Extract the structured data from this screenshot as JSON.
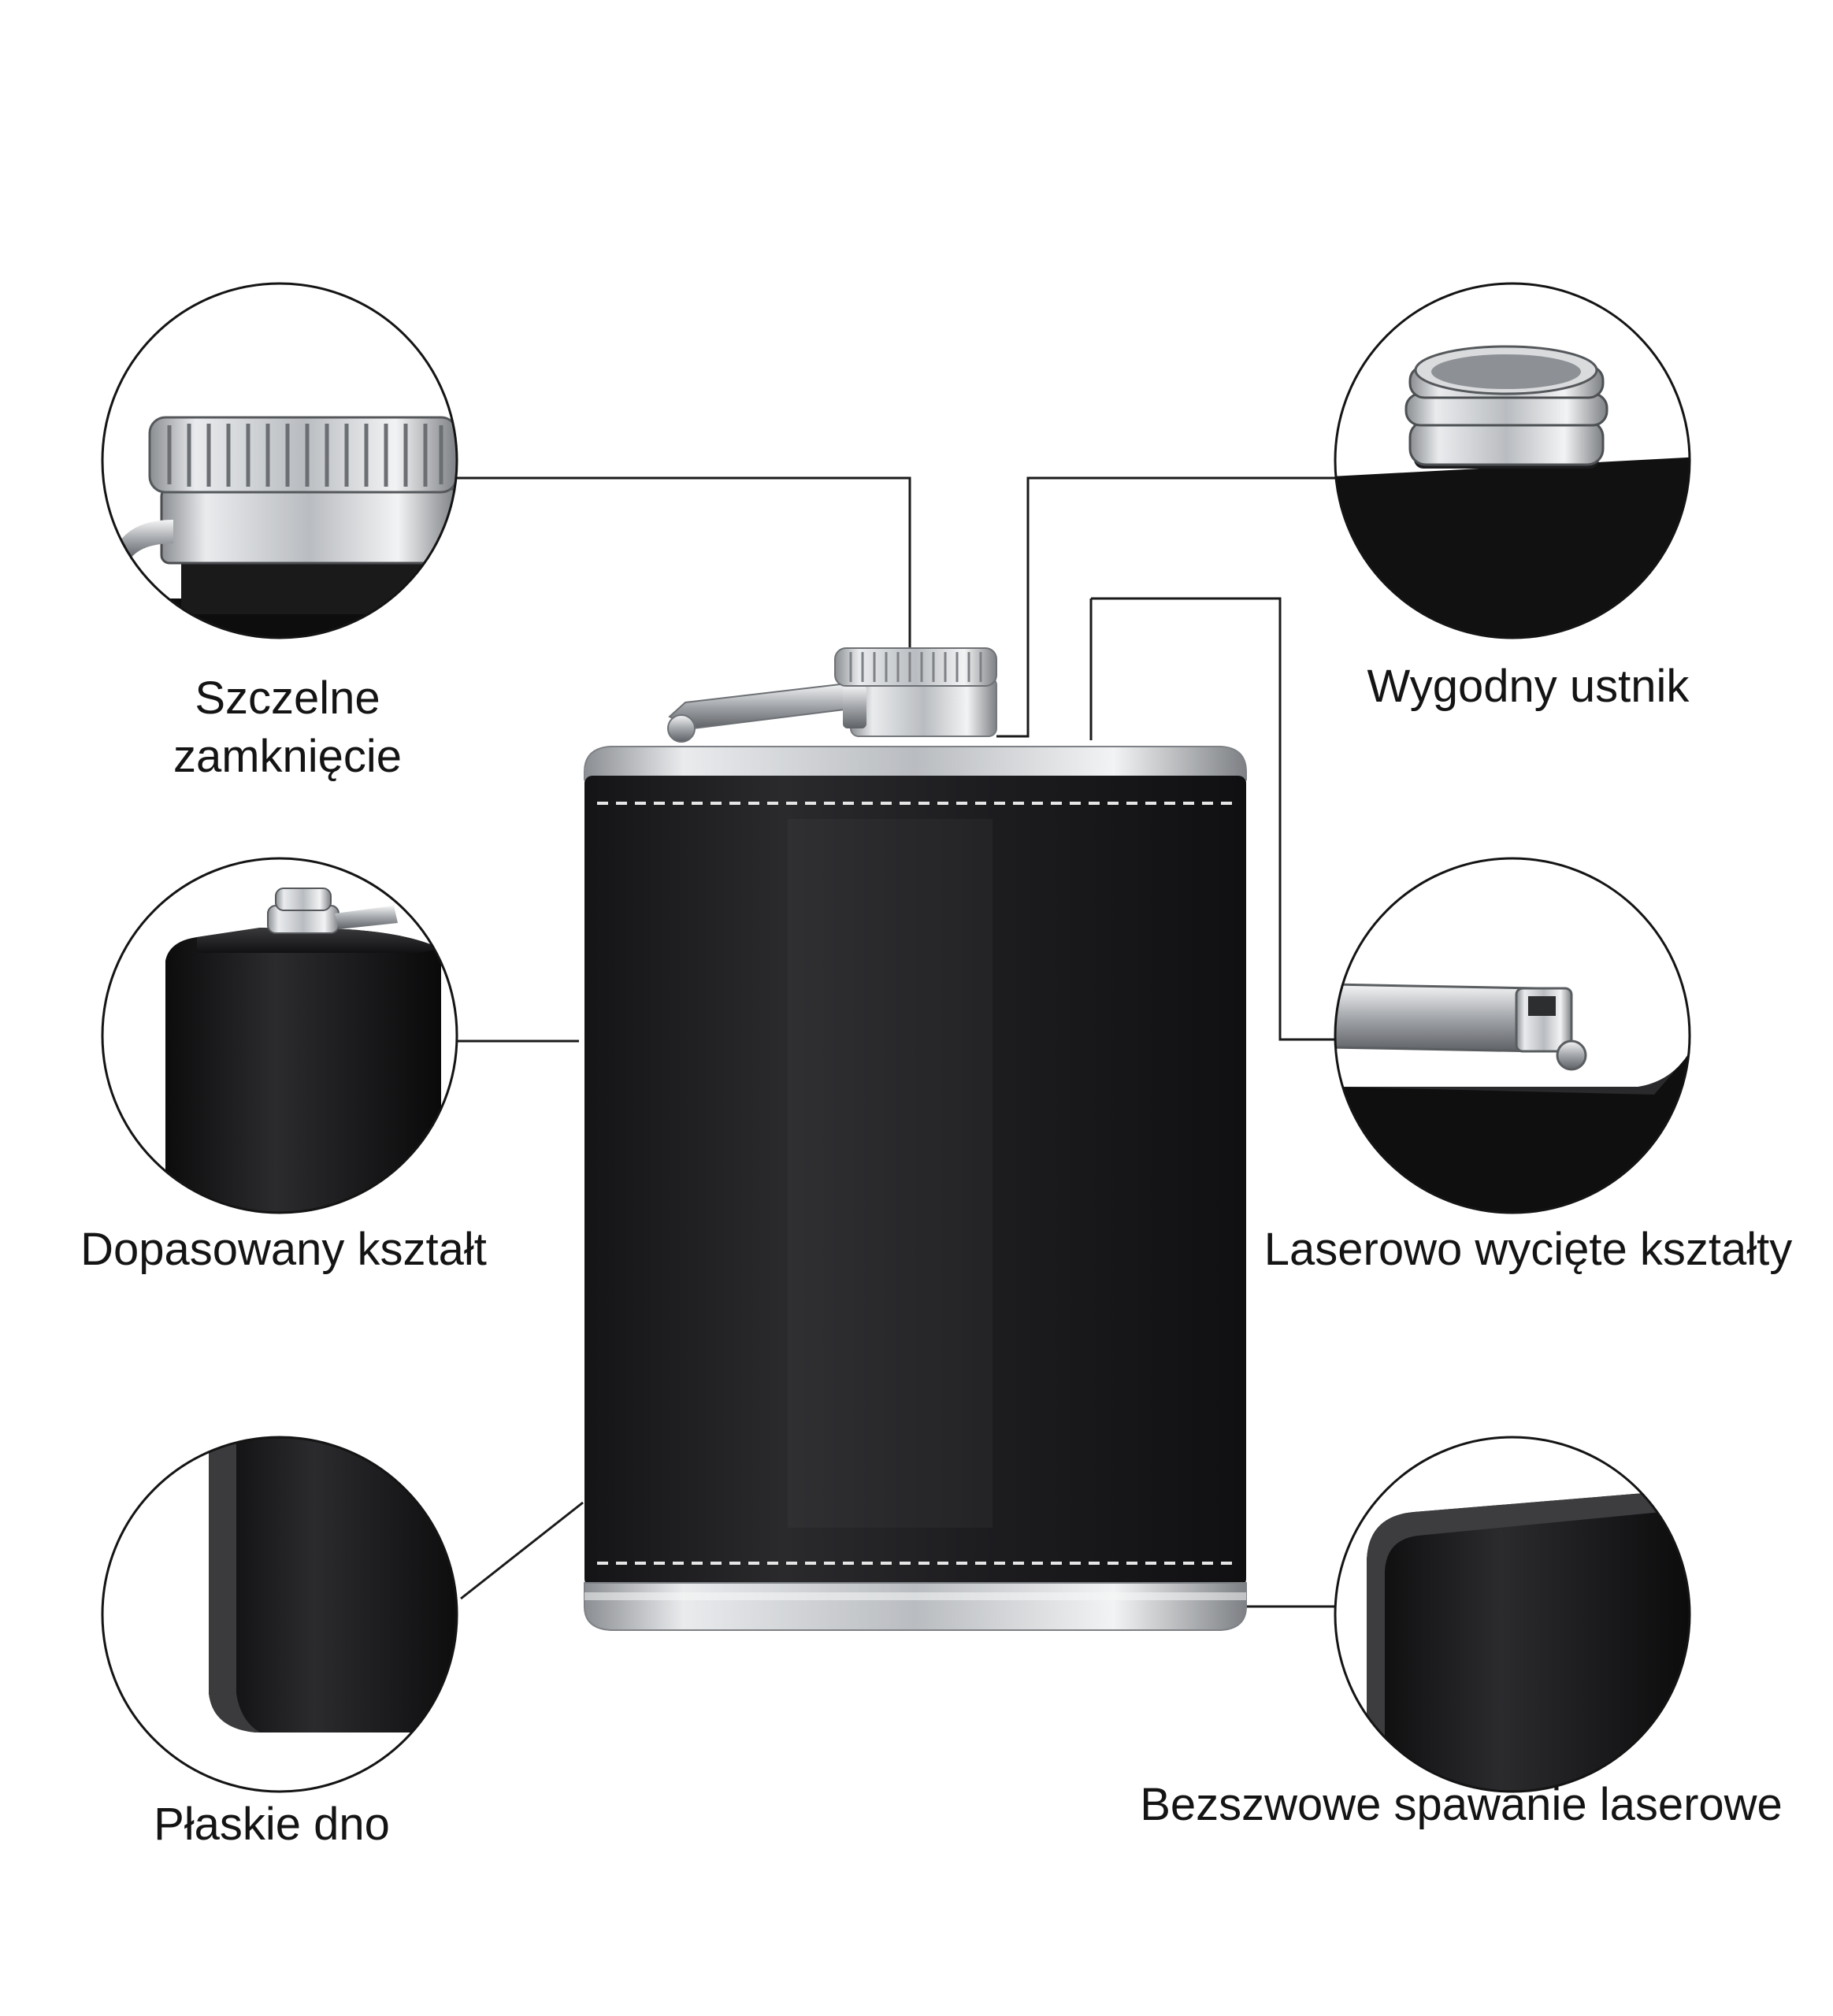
{
  "features": {
    "seal": {
      "line1": "Szczelne",
      "line2": "zamknięcie",
      "icon": "screw-cap-closeup"
    },
    "mouthpiece": {
      "label": "Wygodny ustnik",
      "icon": "threaded-neck-closeup"
    },
    "shape": {
      "label": "Dopasowany kształt",
      "icon": "flask-silhouette"
    },
    "laser_cut": {
      "label": "Laserowo wycięte kształty",
      "icon": "hinge-closeup"
    },
    "flat_bottom": {
      "label": "Płaskie dno",
      "icon": "flask-bottom-edge"
    },
    "welding": {
      "label": "Bezszwowe spawanie laserowe",
      "icon": "seamless-edge-closeup"
    }
  },
  "colors": {
    "leather": "#1c1c1e",
    "steel": "#c9ccd0",
    "stitching": "#e6e6e6",
    "callout_line": "#1a1a1a"
  }
}
